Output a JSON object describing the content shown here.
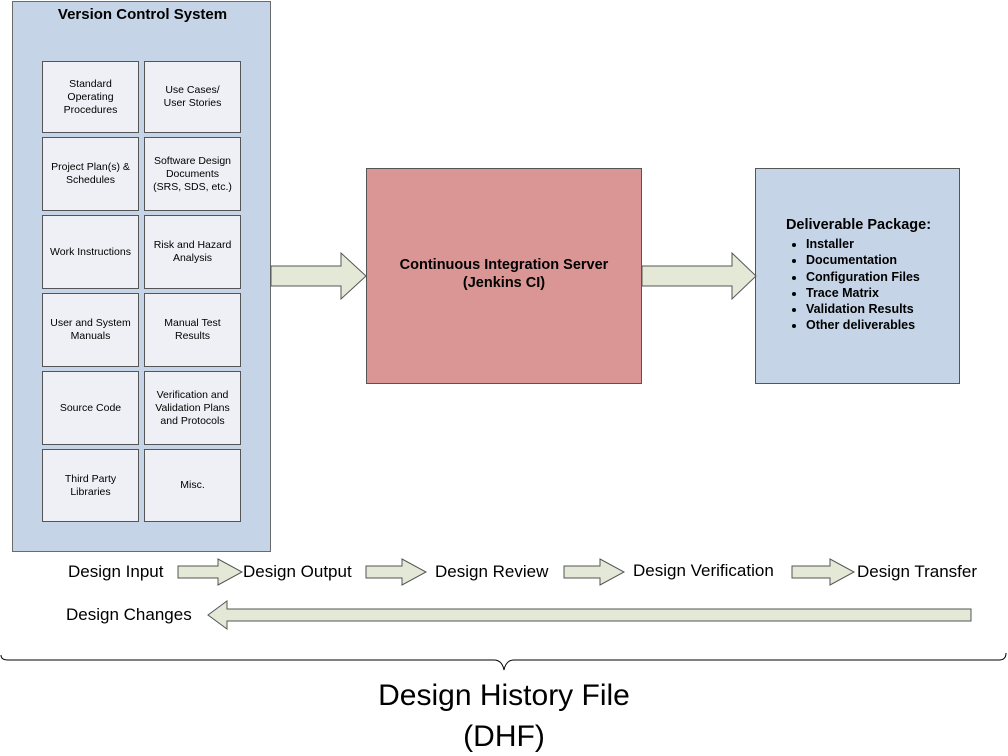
{
  "version_control": {
    "title": "Version Control System",
    "items": [
      "Standard\nOperating\nProcedures",
      "Use Cases/\nUser Stories",
      "Project Plan(s) &\nSchedules",
      "Software Design\nDocuments\n(SRS, SDS, etc.)",
      "Work Instructions",
      "Risk and Hazard\nAnalysis",
      "User and System\nManuals",
      "Manual Test\nResults",
      "Source Code",
      "Verification and\nValidation Plans\nand Protocols",
      "Third Party\nLibraries",
      "Misc."
    ]
  },
  "ci_server": {
    "line1": "Continuous Integration Server",
    "line2": "(Jenkins CI)"
  },
  "deliverable": {
    "title": "Deliverable Package:",
    "items": [
      "Installer",
      "Documentation",
      "Configuration Files",
      "Trace Matrix",
      "Validation Results",
      "Other deliverables"
    ]
  },
  "phases": [
    "Design Input",
    "Design Output",
    "Design Review",
    "Design Verification",
    "Design Transfer"
  ],
  "changes": "Design Changes",
  "dhf": {
    "title": "Design History File",
    "subtitle": "(DHF)"
  },
  "colors": {
    "vcs_fill": "#c6d4e7",
    "cell_fill": "#eef0f5",
    "ci_fill": "#d99694",
    "deliverable_fill": "#c6d4e7",
    "arrow_fill": "#e4e9d7"
  }
}
